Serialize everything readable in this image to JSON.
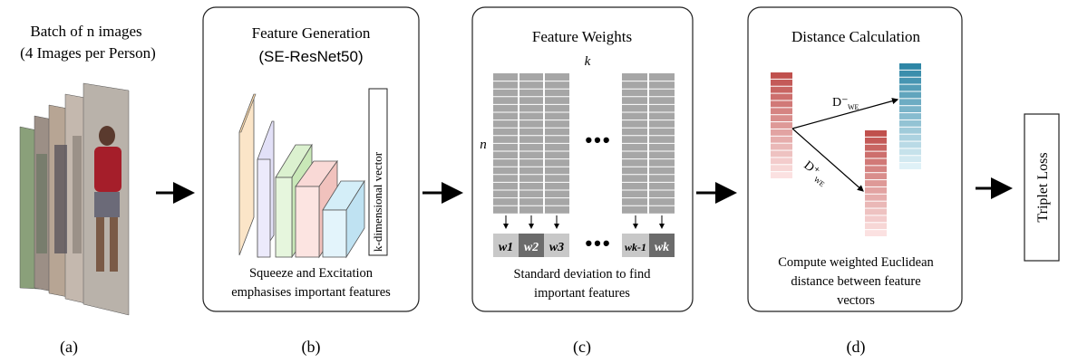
{
  "panel_a": {
    "title_line1": "Batch of n images",
    "title_line2": "(4 Images per Person)",
    "label": "(a)"
  },
  "panel_b": {
    "title_line1": "Feature Generation",
    "title_line2": "(SE-ResNet50)",
    "vector_label": "k-dimensional vector",
    "caption_line1": "Squeeze and Excitation",
    "caption_line2": "emphasises important features",
    "label": "(b)"
  },
  "panel_c": {
    "title": "Feature Weights",
    "k_label": "k",
    "n_label": "n",
    "dots": "•••",
    "weights": [
      "w1",
      "w2",
      "w3",
      "wk-1",
      "wk"
    ],
    "caption_line1": "Standard deviation to find",
    "caption_line2": "important features",
    "label": "(c)"
  },
  "panel_d": {
    "title": "Distance Calculation",
    "d_neg": "D⁻",
    "d_pos": "D⁺",
    "d_sub": "WE",
    "caption_line1": "Compute weighted Euclidean",
    "caption_line2": "distance between feature",
    "caption_line3": "vectors",
    "label": "(d)"
  },
  "loss": {
    "label": "Triplet Loss"
  },
  "colors": {
    "grid": "#a6a6a6",
    "grid_line": "#ffffff",
    "w_light": "#c8c8c8",
    "w_dark": "#6b6b6b",
    "red_dark": "#c0504d",
    "teal_dark": "#2e86a6"
  }
}
